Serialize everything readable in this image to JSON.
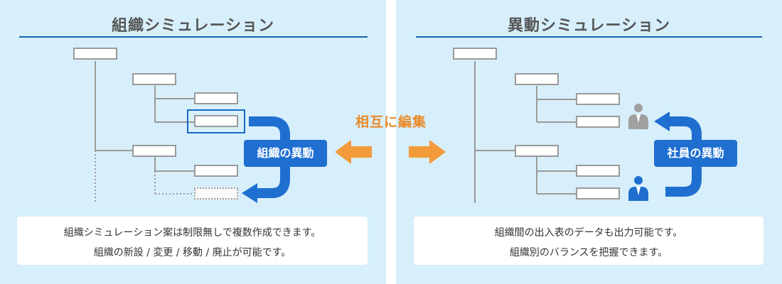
{
  "left": {
    "title": "組織シミュレーション",
    "description": [
      "組織シミュレーション案は制限無しで複数作成できます。",
      "組織の新設 / 変更 / 移動 / 廃止が可能です。"
    ],
    "badge": "組織の異動"
  },
  "right": {
    "title": "異動シミュレーション",
    "description": [
      "組織間の出入表のデータも出力可能です。",
      "組織別のバランスを把握できます。"
    ],
    "badge": "社員の異動"
  },
  "center": {
    "label": "相互に編集"
  },
  "colors": {
    "accent_blue": "#1f6fd1",
    "accent_orange": "#f39a3a",
    "panel_bg": "#d7effb",
    "title_gray": "#555555"
  },
  "icons": [
    "user-icon-gray",
    "user-icon-blue",
    "arrow-left-icon",
    "arrow-right-icon"
  ]
}
